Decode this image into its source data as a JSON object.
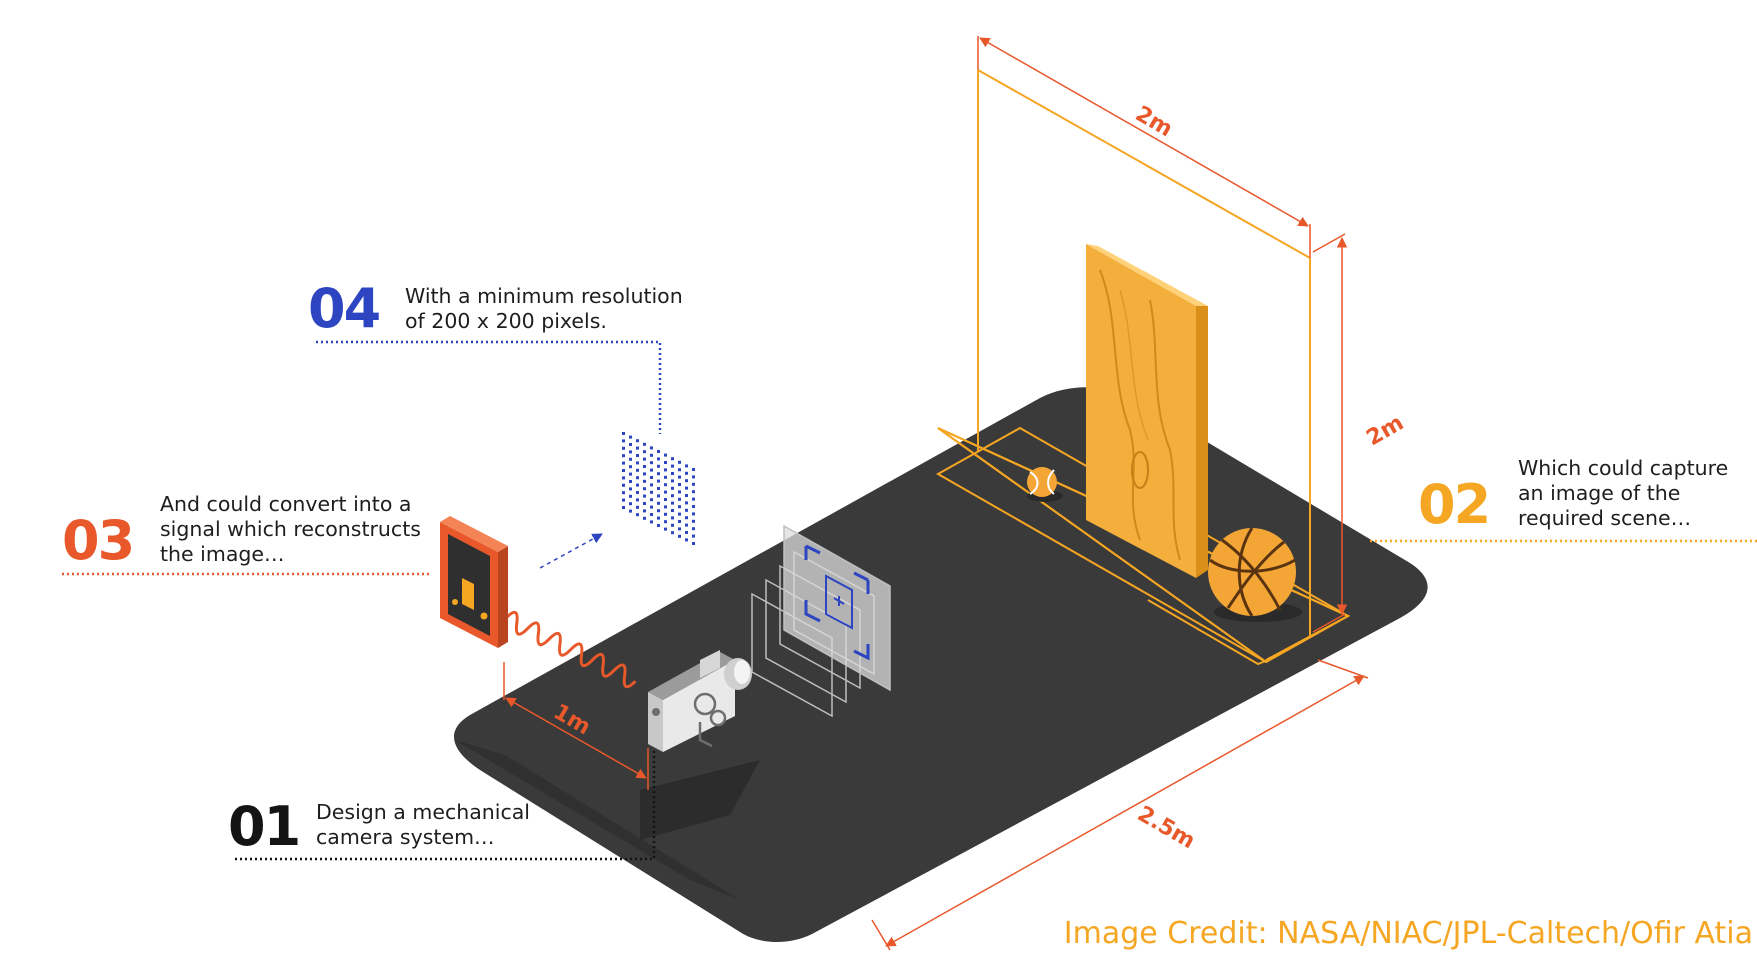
{
  "colors": {
    "accent_orange": "#e8582b",
    "accent_yellow": "#f5a623",
    "accent_blue": "#2d45c0",
    "platform": "#3a3a3a",
    "text": "#1e1e1e"
  },
  "steps": [
    {
      "number": "01",
      "text": "Design a mechanical\ncamera system…",
      "color": "#141414"
    },
    {
      "number": "02",
      "text": "Which could capture\nan image of the\nrequired scene…",
      "color": "#f5a623"
    },
    {
      "number": "03",
      "text": "And could convert into a\nsignal which reconstructs\nthe image…",
      "color": "#e8582b"
    },
    {
      "number": "04",
      "text": "With a minimum resolution\nof 200 x 200 pixels.",
      "color": "#2d45c0"
    }
  ],
  "dimensions": {
    "depth": "1m",
    "length": "2.5m",
    "width": "2m",
    "height": "2m"
  },
  "icons": {
    "camera": "mechanical-camera-icon",
    "display": "display-monitor-icon",
    "board": "wooden-board-icon",
    "basketball": "basketball-icon",
    "tennis_ball": "tennis-ball-icon",
    "pixel_grid": "pixel-grid-icon"
  },
  "credit": "Image Credit: NASA/NIAC/JPL-Caltech/Ofir Atia"
}
